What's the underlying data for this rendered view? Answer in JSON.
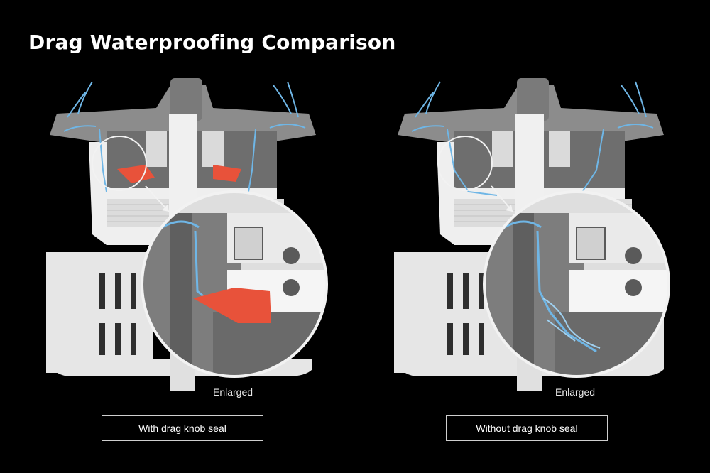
{
  "page": {
    "title": "Drag Waterproofing Comparison"
  },
  "panels": [
    {
      "id": "with-seal",
      "zoom_label": "Enlarged",
      "caption": "With drag knob seal",
      "has_seal": true
    },
    {
      "id": "without-seal",
      "zoom_label": "Enlarged",
      "caption": "Without drag knob seal",
      "has_seal": false
    }
  ],
  "colors": {
    "background": "#000000",
    "body_light": "#e6e6e6",
    "body_mid": "#8c8c8c",
    "body_dark": "#5a5a5a",
    "water": "#6fb6e6",
    "seal": "#e8523a"
  }
}
